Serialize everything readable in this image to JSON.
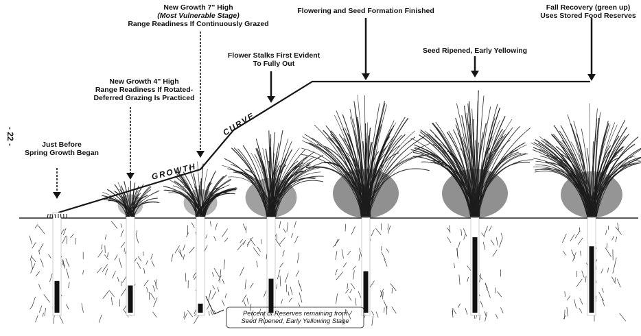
{
  "page_number": "- 22 -",
  "curve_words": [
    "GROWTH",
    "CURVE"
  ],
  "caption": [
    "Percent of Reserves remaining from",
    "Seed Ripened, Early Yellowing Stage"
  ],
  "stages": [
    {
      "id": "before-spring",
      "lines": [
        "Just Before",
        "Spring Growth Began"
      ],
      "italic_line": null,
      "reserve": 0.42,
      "size": 0.0
    },
    {
      "id": "growth-4in",
      "lines": [
        "New Growth 4\" High",
        "Range Readiness If Rotated-",
        "Deferred Grazing Is Practiced"
      ],
      "italic_line": null,
      "reserve": 0.36,
      "size": 0.22
    },
    {
      "id": "growth-7in",
      "lines": [
        "New Growth 7\" High",
        "(Most Vulnerable Stage)",
        "Range Readiness If Continuously Grazed"
      ],
      "italic_line": 1,
      "reserve": 0.12,
      "size": 0.38
    },
    {
      "id": "flower-stalks",
      "lines": [
        "Flower Stalks First Evident",
        "To Fully Out"
      ],
      "italic_line": null,
      "reserve": 0.45,
      "size": 0.72
    },
    {
      "id": "flowering",
      "lines": [
        "Flowering and Seed Formation Finished"
      ],
      "italic_line": null,
      "reserve": 0.55,
      "size": 1.0
    },
    {
      "id": "seed-ripened",
      "lines": [
        "Seed Ripened, Early Yellowing"
      ],
      "italic_line": null,
      "reserve": 1.0,
      "size": 1.0
    },
    {
      "id": "fall-recovery",
      "lines": [
        "Fall Recovery (green up)",
        "Uses Stored Food Reserves"
      ],
      "italic_line": null,
      "reserve": 0.88,
      "size": 0.92
    }
  ],
  "colors": {
    "ink": "#151515",
    "ground": "#222222",
    "paper": "#ffffff"
  }
}
